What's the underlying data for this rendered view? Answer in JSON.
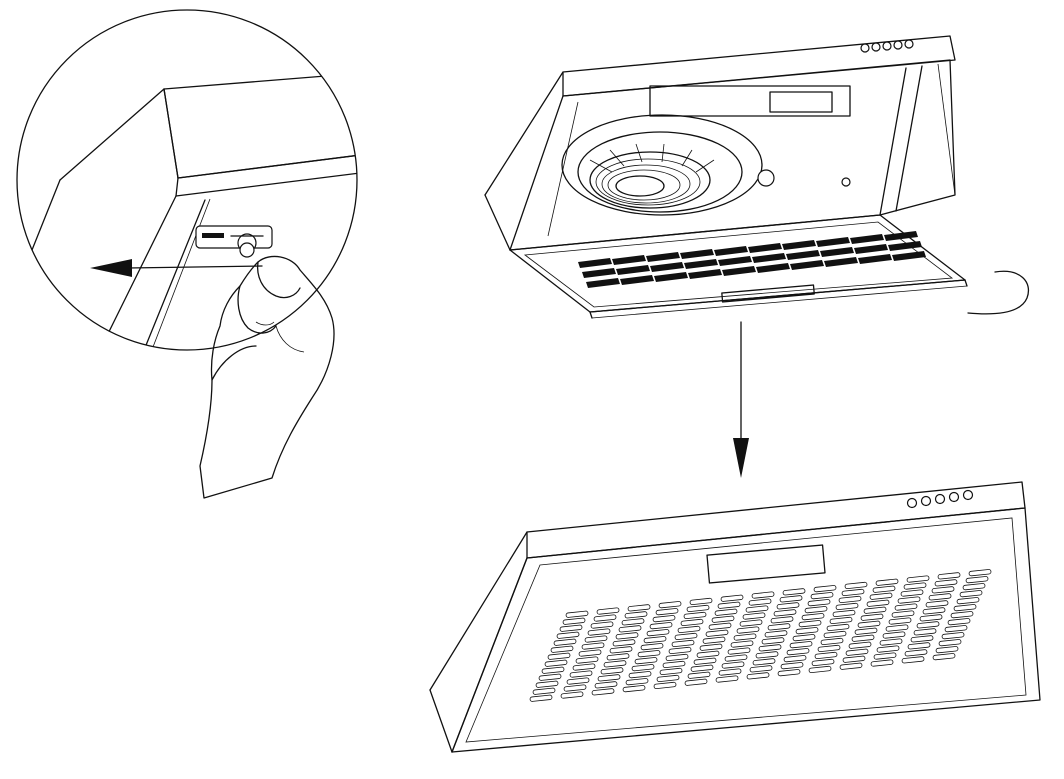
{
  "figure": {
    "label_text": "",
    "colors": {
      "line": "#111111",
      "background": "#ffffff"
    },
    "panels": [
      {
        "name": "detail-magnifier",
        "shows": "hand-pulling-latch"
      },
      {
        "name": "hood-open",
        "shows": "filter-panel-lowered"
      },
      {
        "name": "hood-closed",
        "shows": "filter-panel-closed"
      }
    ],
    "arrow_directions": {
      "detail": "left",
      "transition": "down"
    }
  }
}
